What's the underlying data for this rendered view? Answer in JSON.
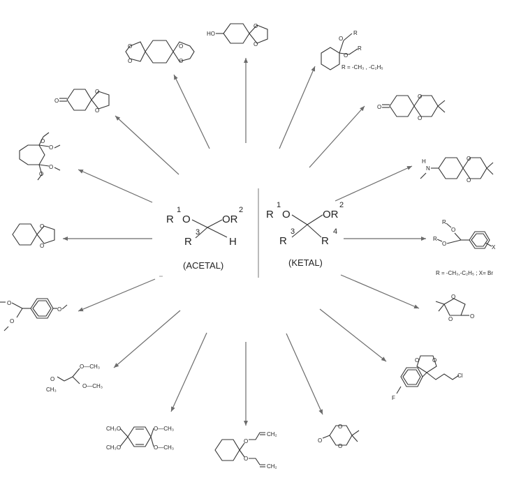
{
  "center": {
    "acetal": {
      "r1": "R",
      "r1_sup": "1",
      "o_left": "O",
      "o_right": "OR",
      "r2_sup": "2",
      "r3": "R",
      "r3_sup": "3",
      "h": "H",
      "caption": "(ACETAL)"
    },
    "ketal": {
      "r1": "R",
      "r1_sup": "1",
      "o_left": "O",
      "o_right": "OR",
      "r2_sup": "2",
      "r3": "R",
      "r3_sup": "3",
      "r4": "R",
      "r4_sup": "4",
      "caption": "(KETAL)"
    }
  },
  "labels": {
    "o": "O",
    "ho": "HO",
    "r": "R",
    "n": "N",
    "h": "H",
    "x": "X",
    "f": "F",
    "cl": "Cl",
    "ch3": "CH₃",
    "ch2": "CH₂",
    "o_ch3": "O—CH₃",
    "ch3o": "CH₃O",
    "note_dimethyl": "R = -CH₃ ,  -C₂H₅",
    "note_bromo": "R = -CH₃,-C₂H₅  ;  X= Br"
  },
  "colors": {
    "arrow": "#6b6b6b",
    "bond": "#333333",
    "text": "#222222"
  }
}
